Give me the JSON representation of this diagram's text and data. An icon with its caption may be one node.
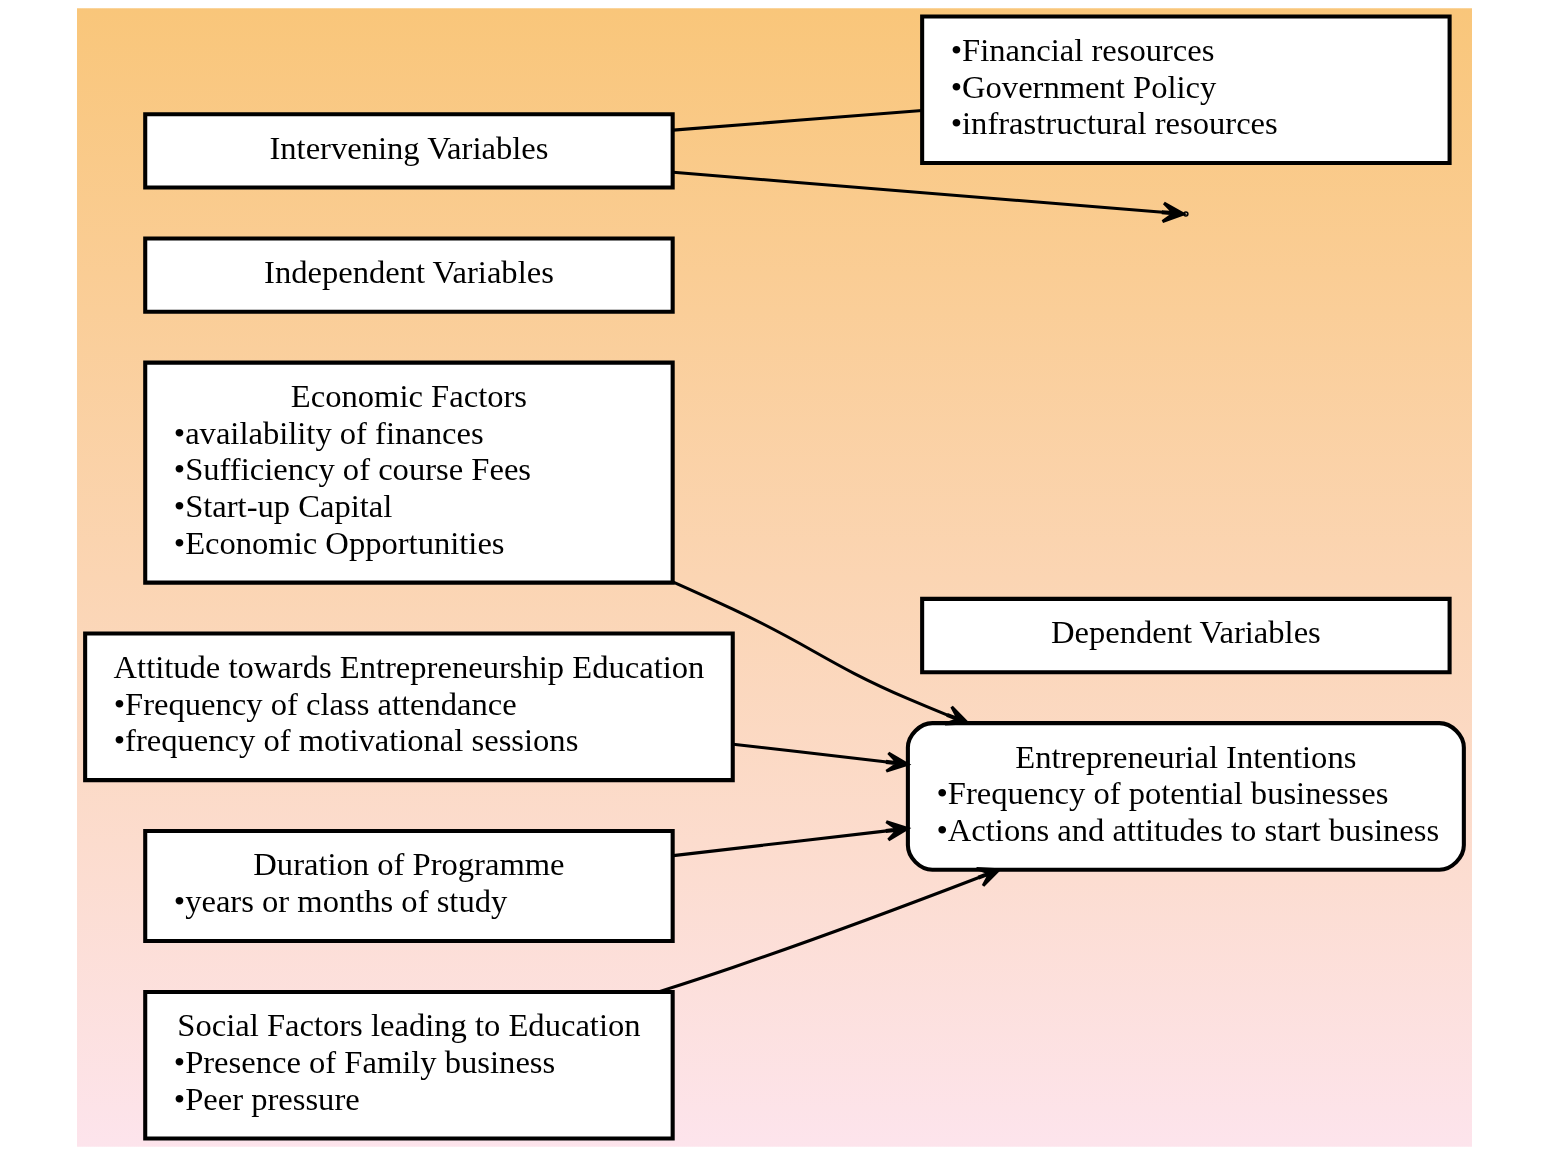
{
  "diagram": {
    "nodes": [
      {
        "text": [
          "Independent Variables"
        ]
      },
      {
        "text": [
          "Economic Factors",
          "•availability of finances",
          "•Sufficiency of course Fees",
          "•Start-up Capital",
          "•Economic Opportunities"
        ]
      },
      {
        "text": [
          "Attitude towards Entrepreneurship Education",
          "•Frequency of class attendance",
          "•frequency of motivational sessions"
        ]
      },
      {
        "text": [
          "Duration of Programme",
          "•years or months of study"
        ]
      },
      {
        "text": [
          "Social Factors leading to Education",
          "•Presence of Family business",
          "•Peer pressure"
        ]
      },
      {
        "text": [
          "Dependent Variables"
        ]
      },
      {
        "text": [
          "Entrepreneurial Intentions",
          "•Frequency of potential businesses",
          "•Actions and attitudes to start business"
        ]
      },
      {
        "text": [
          "Intervening Variables"
        ]
      },
      {
        "text": [
          "•Financial resources",
          "•Government Policy",
          "•infrastructural resources"
        ]
      }
    ],
    "edges": [
      {
        "from": 1,
        "to": 6,
        "arrow": "to"
      },
      {
        "from": 2,
        "to": 6,
        "arrow": "to"
      },
      {
        "from": 3,
        "to": 6,
        "arrow": "to"
      },
      {
        "from": 4,
        "to": 6,
        "arrow": "to"
      },
      {
        "from": 7,
        "to": null,
        "arrow": "to"
      },
      {
        "from": 7,
        "to": 8,
        "arrow": "none"
      }
    ]
  }
}
